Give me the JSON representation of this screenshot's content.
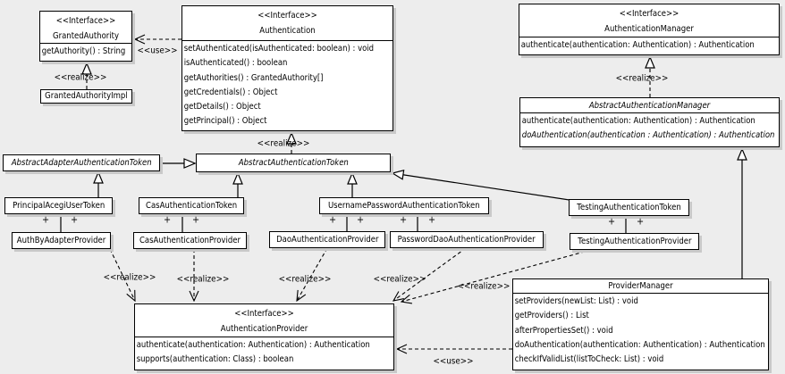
{
  "colors": {
    "background": "#ededed",
    "box_fill": "#ffffff",
    "box_border": "#000000",
    "box_shadow": "#c9c9c9"
  },
  "stereotypes": {
    "interface": "<<Interface>>",
    "realize": "<<realize>>",
    "use": "<<use>>"
  },
  "adornments": {
    "plus": "+"
  },
  "classes": {
    "granted_authority": {
      "stereotype": "<<Interface>>",
      "name": "GrantedAuthority",
      "methods": [
        "getAuthority() : String"
      ]
    },
    "granted_authority_impl": {
      "name": "GrantedAuthorityImpl"
    },
    "authentication": {
      "stereotype": "<<Interface>>",
      "name": "Authentication",
      "methods": [
        "setAuthenticated(isAuthenticated: boolean) : void",
        "isAuthenticated() : boolean",
        "getAuthorities() : GrantedAuthority[]",
        "getCredentials() : Object",
        "getDetails() : Object",
        "getPrincipal() : Object"
      ]
    },
    "authentication_manager": {
      "stereotype": "<<Interface>>",
      "name": "AuthenticationManager",
      "methods": [
        "authenticate(authentication: Authentication) : Authentication"
      ]
    },
    "abstract_authentication_manager": {
      "name": "AbstractAuthenticationManager",
      "methods": [
        "authenticate(authentication: Authentication) : Authentication",
        "doAuthentication(authentication : Authentication) : Authentication"
      ]
    },
    "abstract_adapter_authentication_token": {
      "name": "AbstractAdapterAuthenticationToken"
    },
    "abstract_authentication_token": {
      "name": "AbstractAuthenticationToken"
    },
    "principal_acegi_user_token": {
      "name": "PrincipalAcegiUserToken"
    },
    "cas_authentication_token": {
      "name": "CasAuthenticationToken"
    },
    "username_password_authentication_token": {
      "name": "UsernamePasswordAuthenticationToken"
    },
    "testing_authentication_token": {
      "name": "TestingAuthenticationToken"
    },
    "auth_by_adapter_provider": {
      "name": "AuthByAdapterProvider"
    },
    "cas_authentication_provider": {
      "name": "CasAuthenticationProvider"
    },
    "dao_authentication_provider": {
      "name": "DaoAuthenticationProvider"
    },
    "password_dao_authentication_provider": {
      "name": "PasswordDaoAuthenticationProvider"
    },
    "testing_authentication_provider": {
      "name": "TestingAuthenticationProvider"
    },
    "provider_manager": {
      "name": "ProviderManager",
      "methods": [
        "setProviders(newList: List) : void",
        "getProviders() : List",
        "afterPropertiesSet() : void",
        "doAuthentication(authentication: Authentication) : Authentication",
        "checkIfValidList(listToCheck: List) : void"
      ]
    },
    "authentication_provider": {
      "stereotype": "<<Interface>>",
      "name": "AuthenticationProvider",
      "methods": [
        "authenticate(authentication: Authentication) : Authentication",
        "supports(authentication: Class) : boolean"
      ]
    }
  },
  "edges": [
    {
      "type": "use",
      "from": "Authentication",
      "to": "GrantedAuthority"
    },
    {
      "type": "realize",
      "from": "GrantedAuthorityImpl",
      "to": "GrantedAuthority"
    },
    {
      "type": "realize",
      "from": "AbstractAuthenticationToken",
      "to": "Authentication"
    },
    {
      "type": "realize",
      "from": "AbstractAuthenticationManager",
      "to": "AuthenticationManager"
    },
    {
      "type": "generalization",
      "from": "AbstractAdapterAuthenticationToken",
      "to": "AbstractAuthenticationToken"
    },
    {
      "type": "generalization",
      "from": "PrincipalAcegiUserToken",
      "to": "AbstractAdapterAuthenticationToken"
    },
    {
      "type": "generalization",
      "from": "CasAuthenticationToken",
      "to": "AbstractAuthenticationToken"
    },
    {
      "type": "generalization",
      "from": "UsernamePasswordAuthenticationToken",
      "to": "AbstractAuthenticationToken"
    },
    {
      "type": "generalization",
      "from": "TestingAuthenticationToken",
      "to": "AbstractAuthenticationToken"
    },
    {
      "type": "generalization",
      "from": "ProviderManager",
      "to": "AbstractAuthenticationManager"
    },
    {
      "type": "association",
      "from": "PrincipalAcegiUserToken",
      "to": "AuthByAdapterProvider"
    },
    {
      "type": "association",
      "from": "CasAuthenticationToken",
      "to": "CasAuthenticationProvider"
    },
    {
      "type": "association",
      "from": "UsernamePasswordAuthenticationToken",
      "to": "DaoAuthenticationProvider"
    },
    {
      "type": "association",
      "from": "UsernamePasswordAuthenticationToken",
      "to": "PasswordDaoAuthenticationProvider"
    },
    {
      "type": "association",
      "from": "TestingAuthenticationToken",
      "to": "TestingAuthenticationProvider"
    },
    {
      "type": "realize",
      "from": "AuthByAdapterProvider",
      "to": "AuthenticationProvider"
    },
    {
      "type": "realize",
      "from": "CasAuthenticationProvider",
      "to": "AuthenticationProvider"
    },
    {
      "type": "realize",
      "from": "DaoAuthenticationProvider",
      "to": "AuthenticationProvider"
    },
    {
      "type": "realize",
      "from": "PasswordDaoAuthenticationProvider",
      "to": "AuthenticationProvider"
    },
    {
      "type": "realize",
      "from": "TestingAuthenticationProvider",
      "to": "AuthenticationProvider"
    },
    {
      "type": "use",
      "from": "ProviderManager",
      "to": "AuthenticationProvider"
    }
  ]
}
